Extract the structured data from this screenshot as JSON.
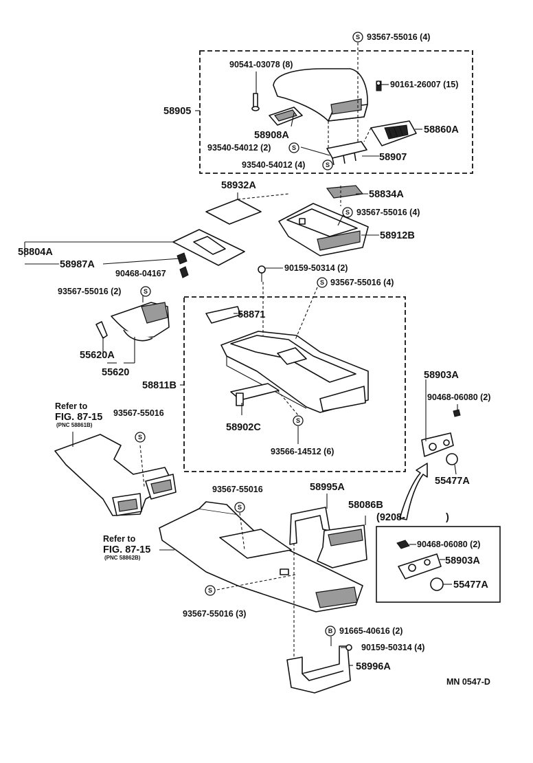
{
  "diagram_id": "MN 0547-D",
  "labels": {
    "p_93567_55016_4_top": "93567-55016 (4)",
    "p_90541_03078": "90541-03078 (8)",
    "p_90161_26007": "90161-26007 (15)",
    "p_58905": "58905",
    "p_58908A": "58908A",
    "p_58860A": "58860A",
    "p_93540_54012_2": "93540-54012 (2)",
    "p_93540_54012_4": "93540-54012 (4)",
    "p_58907": "58907",
    "p_58932A": "58932A",
    "p_58834A": "58834A",
    "p_93567_55016_4_mid": "93567-55016 (4)",
    "p_58912B": "58912B",
    "p_58804A": "58804A",
    "p_58987A": "58987A",
    "p_90468_04167": "90468-04167",
    "p_90159_50314_2": "90159-50314 (2)",
    "p_93567_55016_4_box": "93567-55016 (4)",
    "p_93567_55016_2": "93567-55016 (2)",
    "p_58871": "58871",
    "p_55620A": "55620A",
    "p_55620": "55620",
    "p_58811B": "58811B",
    "p_58903A_top": "58903A",
    "p_90468_06080_top": "90468-06080 (2)",
    "p_refer1_a": "Refer to",
    "p_refer1_b": "FIG. 87-15",
    "p_refer1_c": "(PNC 58861B)",
    "p_93567_55016_left": "93567-55016",
    "p_58902C": "58902C",
    "p_93566_14512": "93566-14512 (6)",
    "p_55477A_top": "55477A",
    "p_93567_55016_center": "93567-55016",
    "p_58995A": "58995A",
    "p_58086B": "58086B",
    "p_refer2_a": "Refer to",
    "p_refer2_b": "FIG. 87-15",
    "p_refer2_c": "(PNC 58862B)",
    "p_9208": "(9208-",
    "p_9208_close": ")",
    "p_90468_06080_bot": "90468-06080 (2)",
    "p_58903A_bot": "58903A",
    "p_55477A_bot": "55477A",
    "p_93567_55016_3": "93567-55016 (3)",
    "p_91665_40616": "91665-40616 (2)",
    "p_90159_50314_4": "90159-50314 (4)",
    "p_58996A": "58996A"
  },
  "symbols": {
    "s": "S",
    "b": "B"
  }
}
